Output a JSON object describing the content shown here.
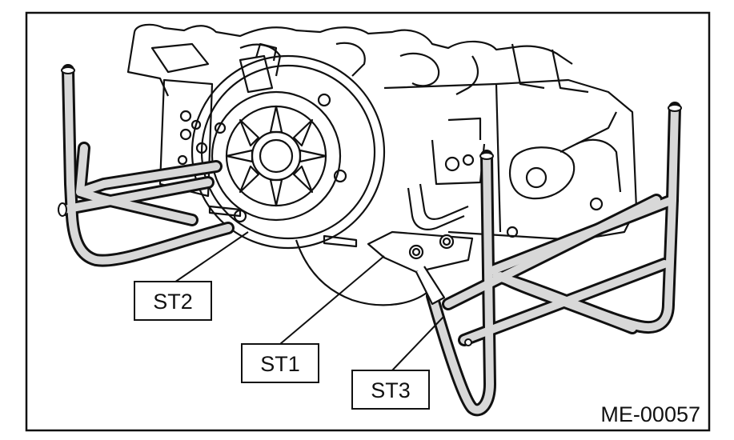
{
  "figure": {
    "code": "ME-00057",
    "callouts": {
      "st1": "ST1",
      "st2": "ST2",
      "st3": "ST3"
    }
  },
  "colors": {
    "ink": "#111111",
    "background": "#ffffff",
    "tube_fill": "#cfcfcf"
  }
}
